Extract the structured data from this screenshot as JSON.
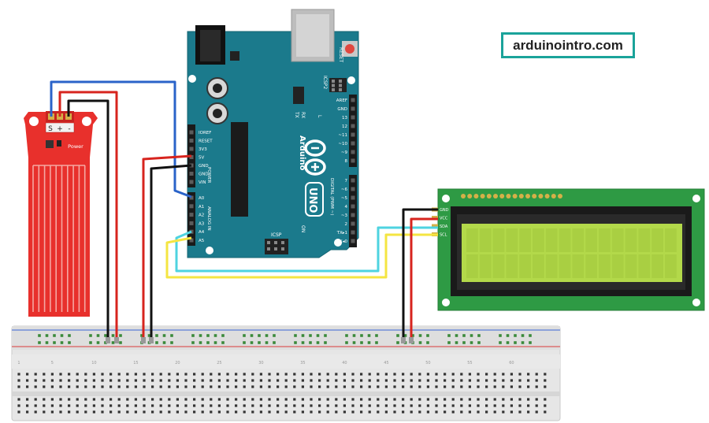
{
  "brand": {
    "label": "arduinointro.com",
    "border_color": "#1aa39a"
  },
  "sensor": {
    "pin_labels": [
      "S",
      "+",
      "-"
    ],
    "power_label": "Power",
    "color": "#e8302c"
  },
  "arduino": {
    "brand_text": "Arduino",
    "model_text": "UNO",
    "reset_label": "RESET",
    "icsp2_label": "ICSP2",
    "icsp_label": "ICSP",
    "on_label": "ON",
    "l_label": "L",
    "tx_label": "TX",
    "rx_label": "RX",
    "power_header_title": "POWER",
    "analog_header_title": "ANALOG IN",
    "digital_header_title": "DIGITAL (PWM ~)",
    "power_pins": [
      "IOREF",
      "RESET",
      "3V3",
      "5V",
      "GND",
      "GND",
      "VIN"
    ],
    "analog_pins": [
      "A0",
      "A1",
      "A2",
      "A3",
      "A4",
      "A5"
    ],
    "digital_top_pins": [
      "AREF",
      "GND",
      "13",
      "12",
      "~11",
      "~10",
      "~9",
      "8"
    ],
    "digital_bottom_pins": [
      "7",
      "~6",
      "~5",
      "4",
      "~3",
      "2",
      "TX▸1",
      "RX◂0"
    ],
    "board_color": "#1b7a8c"
  },
  "lcd": {
    "pin_labels": [
      "GND",
      "VCC",
      "SDA",
      "SCL"
    ],
    "board_color": "#2e9a44",
    "screen_color": "#b3d94a"
  },
  "breadboard": {
    "column_numbers": [
      "1",
      "5",
      "10",
      "15",
      "20",
      "25",
      "30",
      "35",
      "40",
      "45",
      "50",
      "55",
      "60"
    ]
  },
  "wires": {
    "colors": {
      "red": "#d7241e",
      "black": "#111111",
      "blue": "#2a63c9",
      "yellow": "#f4e542",
      "cyan": "#4ed3e0"
    }
  }
}
